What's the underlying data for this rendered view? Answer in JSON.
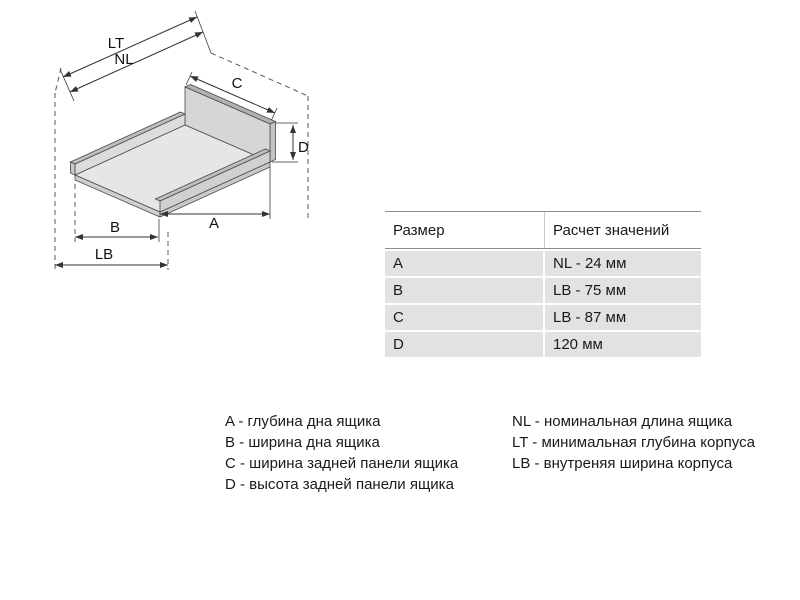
{
  "page": {
    "background": "#ffffff"
  },
  "diagram": {
    "labels": {
      "lt": "LT",
      "nl": "NL",
      "c": "C",
      "d": "D",
      "a": "A",
      "b": "B",
      "lb": "LB"
    },
    "colors": {
      "bottom_fill": "#e6e6e6",
      "panel_fill": "#d6d6d6",
      "panel_top": "#b0b0b0",
      "rail_fill": "#d0d0d0",
      "outline": "#4a4a4a",
      "dimension_line": "#333333"
    }
  },
  "table": {
    "headers": [
      "Размер",
      "Расчет значений"
    ],
    "rows": [
      [
        "A",
        "NL - 24 мм"
      ],
      [
        "B",
        "LB - 75 мм"
      ],
      [
        "C",
        "LB - 87 мм"
      ],
      [
        "D",
        "120 мм"
      ]
    ],
    "row_background": "#e2e2e2"
  },
  "legend": {
    "left": [
      "A - глубина дна ящика",
      "B - ширина дна ящика",
      "C - ширина задней панели ящика",
      "D - высота задней панели ящика"
    ],
    "right": [
      "NL - номинальная длина ящика",
      "LT - минимальная глубина корпуса",
      "LB - внутреняя ширина корпуса"
    ]
  }
}
